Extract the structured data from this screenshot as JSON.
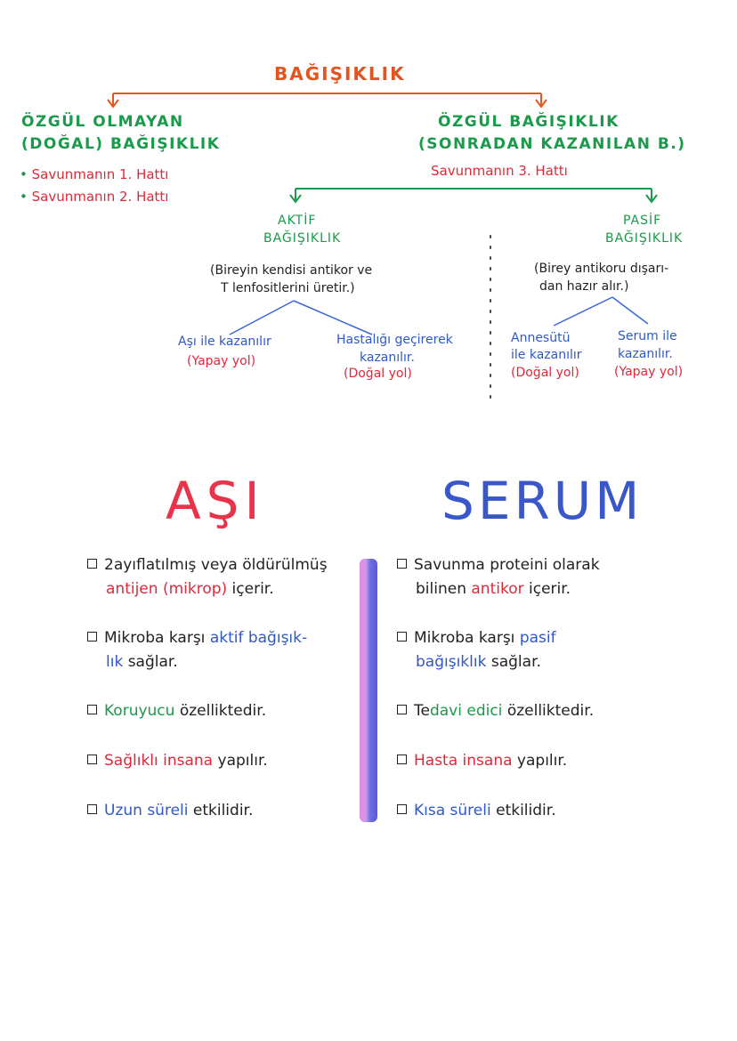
{
  "title": "BAĞIŞIKLIK",
  "left_branch": {
    "heading_line1": "ÖZGÜL OLMAYAN",
    "heading_line2": "(DOĞAL) BAĞIŞIKLIK",
    "items": [
      "Savunmanın 1. Hattı",
      "Savunmanın 2. Hattı"
    ]
  },
  "right_branch": {
    "heading_line1": "ÖZGÜL BAĞIŞIKLIK",
    "heading_line2": "(SONRADAN KAZANILAN B.)",
    "subtitle": "Savunmanın 3. Hattı"
  },
  "active": {
    "line1": "AKTİF",
    "line2": "BAĞIŞIKLIK",
    "note_line1": "(Bireyin kendisi antikor ve",
    "note_line2": "T lenfositlerini üretir.)",
    "left_leaf_line1": "Aşı ile kazanılır",
    "left_leaf_line2": "(Yapay yol)",
    "right_leaf_line1": "Hastalığı geçirerek",
    "right_leaf_line2": "kazanılır.",
    "right_leaf_line3": "(Doğal yol)"
  },
  "passive": {
    "line1": "PASİF",
    "line2": "BAĞIŞIKLIK",
    "note_line1": "(Birey antikoru dışarı-",
    "note_line2": "dan hazır alır.)",
    "left_leaf_line1": "Annesütü",
    "left_leaf_line2": "ile kazanılır",
    "left_leaf_line3": "(Doğal yol)",
    "right_leaf_line1": "Serum ile",
    "right_leaf_line2": "kazanılır.",
    "right_leaf_line3": "(Yapay yol)"
  },
  "asi": {
    "heading": "AŞI",
    "items": [
      {
        "parts": [
          {
            "text": "2ayıflatılmış veya öldürülmüş",
            "color": "black"
          }
        ],
        "parts2": [
          {
            "text": "antijen (mikrop)",
            "color": "red"
          },
          {
            "text": " içerir.",
            "color": "black"
          }
        ]
      },
      {
        "parts": [
          {
            "text": "Mikroba karşı ",
            "color": "black"
          },
          {
            "text": "aktif bağışık-",
            "color": "blue"
          }
        ],
        "parts2": [
          {
            "text": "lık",
            "color": "blue"
          },
          {
            "text": " sağlar.",
            "color": "black"
          }
        ]
      },
      {
        "parts": [
          {
            "text": "Koruyucu",
            "color": "green"
          },
          {
            "text": " özelliktedir.",
            "color": "black"
          }
        ]
      },
      {
        "parts": [
          {
            "text": "Sağlıklı insana",
            "color": "red"
          },
          {
            "text": " yapılır.",
            "color": "black"
          }
        ]
      },
      {
        "parts": [
          {
            "text": "Uzun süreli",
            "color": "blue"
          },
          {
            "text": " etkilidir.",
            "color": "black"
          }
        ]
      }
    ]
  },
  "serum": {
    "heading": "SERUM",
    "items": [
      {
        "parts": [
          {
            "text": "Savunma proteini olarak",
            "color": "black"
          }
        ],
        "parts2": [
          {
            "text": "bilinen ",
            "color": "black"
          },
          {
            "text": "antikor",
            "color": "red"
          },
          {
            "text": " içerir.",
            "color": "black"
          }
        ]
      },
      {
        "parts": [
          {
            "text": "Mikroba karşı ",
            "color": "black"
          },
          {
            "text": "pasif",
            "color": "blue"
          }
        ],
        "parts2": [
          {
            "text": "bağışıklık",
            "color": "blue"
          },
          {
            "text": " sağlar.",
            "color": "black"
          }
        ]
      },
      {
        "parts": [
          {
            "text": "Te",
            "color": "black"
          },
          {
            "text": "davi edici",
            "color": "green"
          },
          {
            "text": " özelliktedir.",
            "color": "black"
          }
        ]
      },
      {
        "parts": [
          {
            "text": "Hasta insana",
            "color": "red"
          },
          {
            "text": " yapılır.",
            "color": "black"
          }
        ]
      },
      {
        "parts": [
          {
            "text": "Kısa süreli",
            "color": "blue"
          },
          {
            "text": " etkilidir.",
            "color": "black"
          }
        ]
      }
    ]
  },
  "colors": {
    "orange": "#e2551f",
    "green": "#1a9a4a",
    "red": "#e0283a",
    "blue": "#2f58c8",
    "black": "#222222"
  }
}
